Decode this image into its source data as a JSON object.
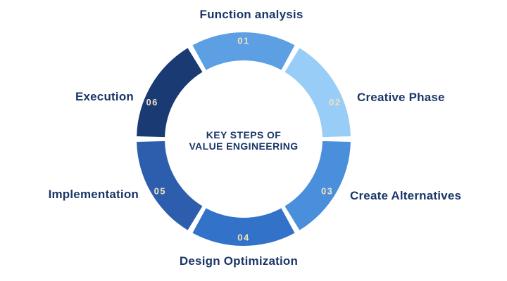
{
  "center_title": {
    "line1": "KEY STEPS OF",
    "line2": "VALUE ENGINEERING"
  },
  "chart_data": {
    "type": "donut-process-diagram",
    "title": "KEY STEPS OF VALUE ENGINEERING",
    "segments_equal": true,
    "segment_arc_degrees": 60,
    "steps": [
      {
        "number": "01",
        "label": "Function analysis",
        "color": "#5C9FE2"
      },
      {
        "number": "02",
        "label": "Creative Phase",
        "color": "#97CDF6"
      },
      {
        "number": "03",
        "label": "Create Alternatives",
        "color": "#4A8FDC"
      },
      {
        "number": "04",
        "label": "Design Optimization",
        "color": "#3272C8"
      },
      {
        "number": "05",
        "label": "Implementation",
        "color": "#2D5EAE"
      },
      {
        "number": "06",
        "label": "Execution",
        "color": "#1A3A74"
      }
    ],
    "number_text_color": "#F2E2BD",
    "label_text_color": "#1A3768",
    "background_color": "#FFFFFF"
  }
}
